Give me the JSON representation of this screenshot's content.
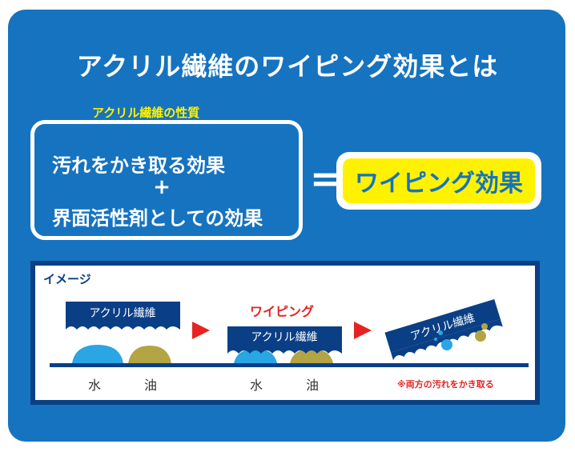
{
  "title": "アクリル繊維のワイピング効果とは",
  "properties": {
    "label": "アクリル繊維の性質",
    "line1": "汚れをかき取る効果",
    "plus": "+",
    "line2": "界面活性剤としての効果"
  },
  "equals": "=",
  "result": "ワイピング効果",
  "image_section": {
    "label": "イメージ",
    "fiber_label": "アクリル繊維",
    "wiping_label": "ワイピング",
    "water": "水",
    "oil": "油",
    "note": "※両方の汚れをかき取る"
  },
  "colors": {
    "background_blue": "#1673c0",
    "dark_blue": "#0a3f86",
    "highlight_yellow": "#fff200",
    "accent_red": "#e52322",
    "water_blue": "#29a6e3",
    "oil_olive": "#b3a444"
  }
}
